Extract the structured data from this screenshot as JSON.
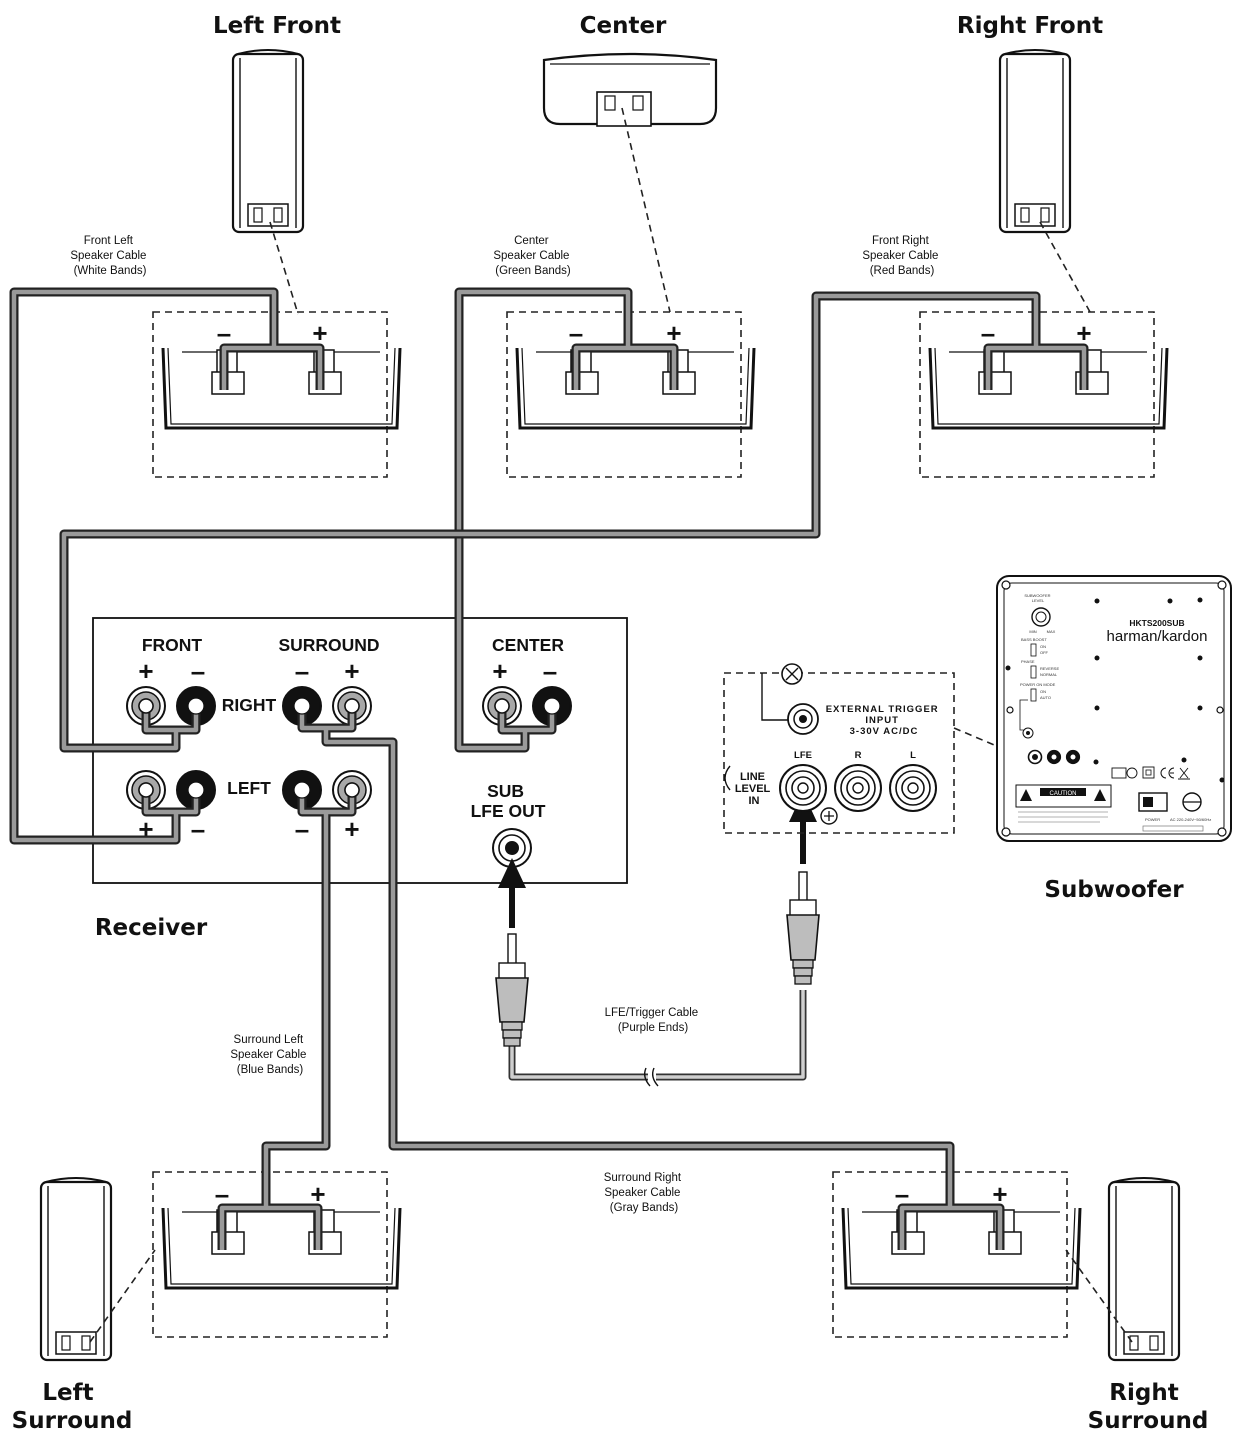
{
  "speakers": {
    "left_front": "Left Front",
    "center": "Center",
    "right_front": "Right Front",
    "left_surround": [
      "Left",
      "Surround"
    ],
    "right_surround": [
      "Right",
      "Surround"
    ]
  },
  "component_labels": {
    "subwoofer": "Subwoofer",
    "receiver": "Receiver"
  },
  "cables": {
    "front_left": [
      "Front Left",
      "Speaker Cable",
      "(White Bands)"
    ],
    "center": [
      "Center",
      "Speaker Cable",
      "(Green Bands)"
    ],
    "front_right": [
      "Front Right",
      "Speaker Cable",
      "(Red Bands)"
    ],
    "surround_left": [
      "Surround Left",
      "Speaker Cable",
      "(Blue Bands)"
    ],
    "surround_right": [
      "Surround Right",
      "Speaker Cable",
      "(Gray Bands)"
    ],
    "lfe_trigger": [
      "LFE/Trigger Cable",
      "(Purple Ends)"
    ]
  },
  "receiver_panel": {
    "front": "FRONT",
    "surround": "SURROUND",
    "center": "CENTER",
    "right": "RIGHT",
    "left": "LEFT",
    "sub_out": [
      "SUB",
      "LFE OUT"
    ]
  },
  "terminal_signs": {
    "plus": "+",
    "minus": "–"
  },
  "sub_inset": {
    "trigger": [
      "EXTERNAL TRIGGER",
      "INPUT",
      "3-30V AC/DC"
    ],
    "line_level": [
      "LINE",
      "LEVEL",
      "IN"
    ],
    "lfe": "LFE",
    "r": "R",
    "l": "L"
  },
  "sub_panel": {
    "model": "HKTS200SUB",
    "brand": "harman/kardon",
    "level": [
      "SUBWOOFER",
      "LEVEL"
    ],
    "min": "MIN",
    "max": "MAX",
    "bass_boost": "BASS BOOST",
    "phase": "PHASE",
    "power_on_mode": "POWER ON MODE",
    "on": "ON",
    "off": "OFF",
    "reverse": "REVERSE",
    "normal": "NORMAL",
    "auto": "AUTO",
    "caution": "CAUTION",
    "power": "POWER",
    "rating": "AC 220-240V~50/60Hz"
  },
  "colors": {
    "line": "#222222",
    "cable_core": "#9a9a9a",
    "lfe_cable_core": "#cfcfcf",
    "jack_light": "#a8a8a8",
    "jack_dark": "#1a1a1a"
  }
}
